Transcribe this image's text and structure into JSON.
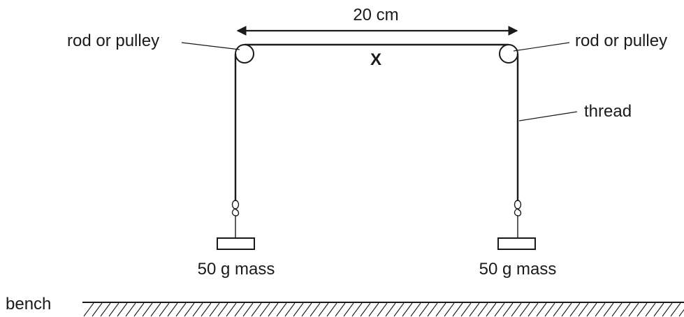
{
  "labels": {
    "span": "20 cm",
    "pulley_left": "rod or pulley",
    "pulley_right": "rod or pulley",
    "midpoint": "X",
    "thread": "thread",
    "mass_left": "50 g mass",
    "mass_right": "50 g mass",
    "bench": "bench"
  }
}
